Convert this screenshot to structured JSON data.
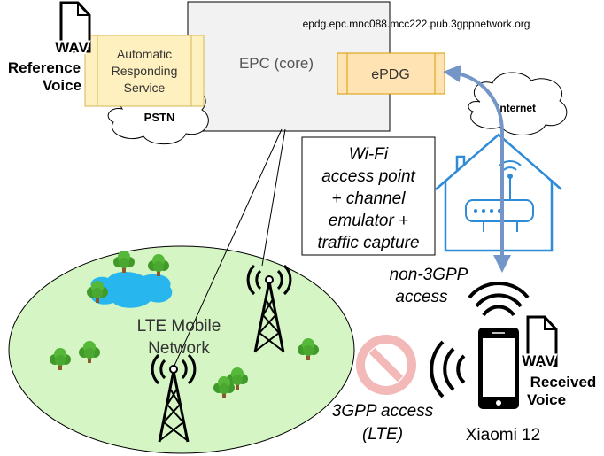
{
  "reference": {
    "wav_label": "WAV",
    "line1": "Reference",
    "line2": "Voice"
  },
  "ars": {
    "line1": "Automatic",
    "line2": "Responding",
    "line3": "Service"
  },
  "pstn": {
    "label": "PSTN"
  },
  "epc": {
    "label": "EPC (core)",
    "domain": "epdg.epc.mnc088.mcc222.pub.3gppnetwork.org"
  },
  "epdg": {
    "label": "ePDG"
  },
  "internet": {
    "label": "Internet"
  },
  "wifi_box": {
    "lines": [
      "Wi-Fi",
      "access point",
      "+ channel",
      "emulator +",
      "traffic capture"
    ]
  },
  "non3gpp": {
    "line1": "non-3GPP",
    "line2": "access"
  },
  "lte": {
    "line1": "LTE Mobile",
    "line2": "Network"
  },
  "gpp3": {
    "line1": "3GPP access",
    "line2": "(LTE)"
  },
  "phone": {
    "label": "Xiaomi 12"
  },
  "received": {
    "wav_label": "WAV",
    "line1": "Received",
    "line2": "Voice"
  },
  "colors": {
    "lte_fill": "#d5f5c5",
    "service_fill": "#fff0c0",
    "epdg_fill": "#ffe3b3",
    "epc_fill": "#f2f2f2",
    "house": "#2e8bd8",
    "link": "#7395c7",
    "block": "#f3b9b9"
  }
}
